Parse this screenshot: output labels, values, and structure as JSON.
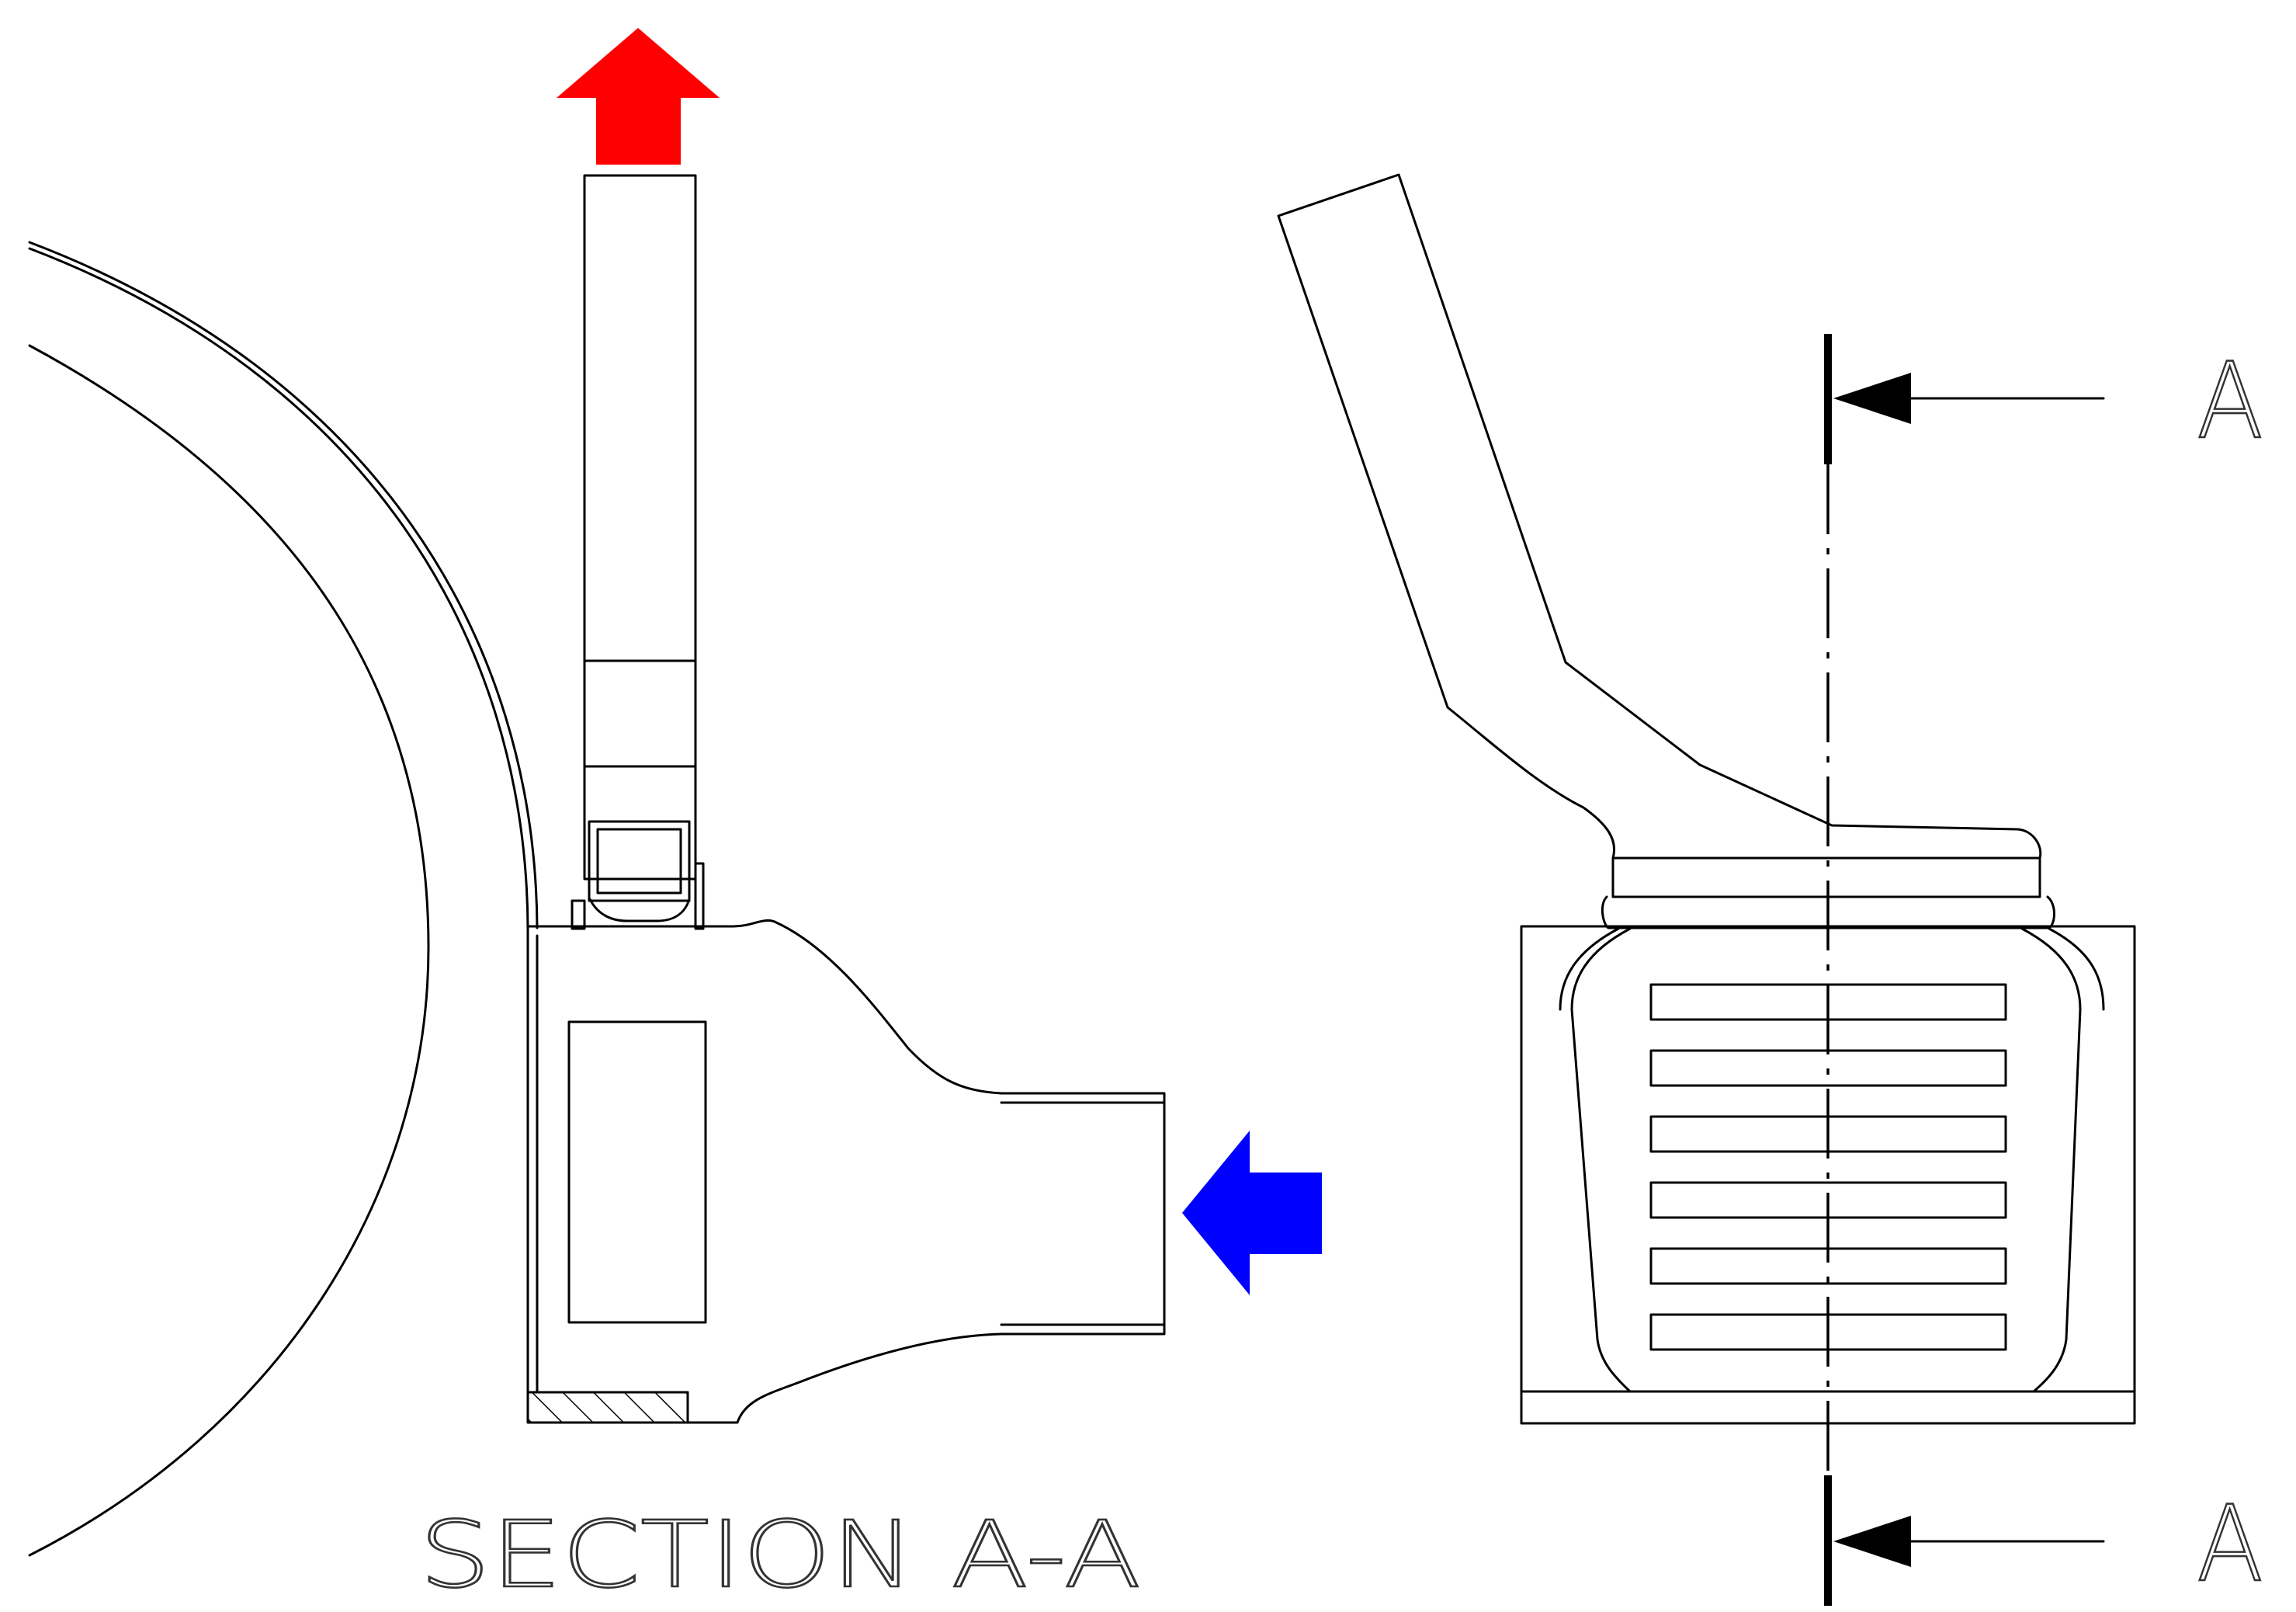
{
  "labels": {
    "section_caption": "SECTION A-A",
    "section_marker_top": "A",
    "section_marker_bottom": "A"
  },
  "colors": {
    "outlet_arrow": "#ff0000",
    "inlet_arrow": "#0000ff",
    "line": "#000000",
    "background": "#ffffff"
  }
}
